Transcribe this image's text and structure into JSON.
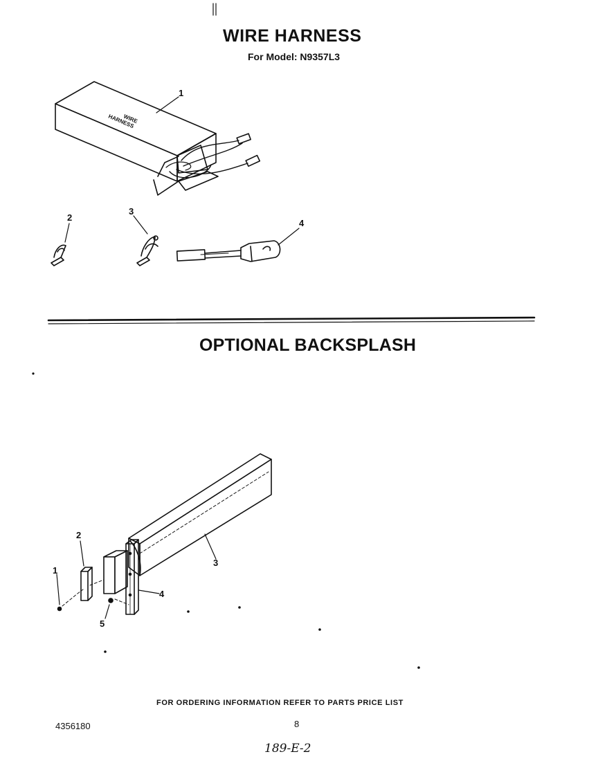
{
  "header": {
    "title": "WIRE HARNESS",
    "subtitle": "For Model: N9357L3"
  },
  "wire_harness": {
    "box_label": [
      "WIRE",
      "HARNESS"
    ],
    "callouts": [
      "1",
      "2",
      "3",
      "4"
    ]
  },
  "backsplash": {
    "title": "OPTIONAL BACKSPLASH",
    "callouts": [
      "1",
      "2",
      "3",
      "4",
      "5"
    ]
  },
  "footer": {
    "note": "FOR ORDERING INFORMATION REFER TO PARTS PRICE LIST",
    "doc_number": "4356180",
    "page_number": "8",
    "handwritten": "189-E-2"
  }
}
